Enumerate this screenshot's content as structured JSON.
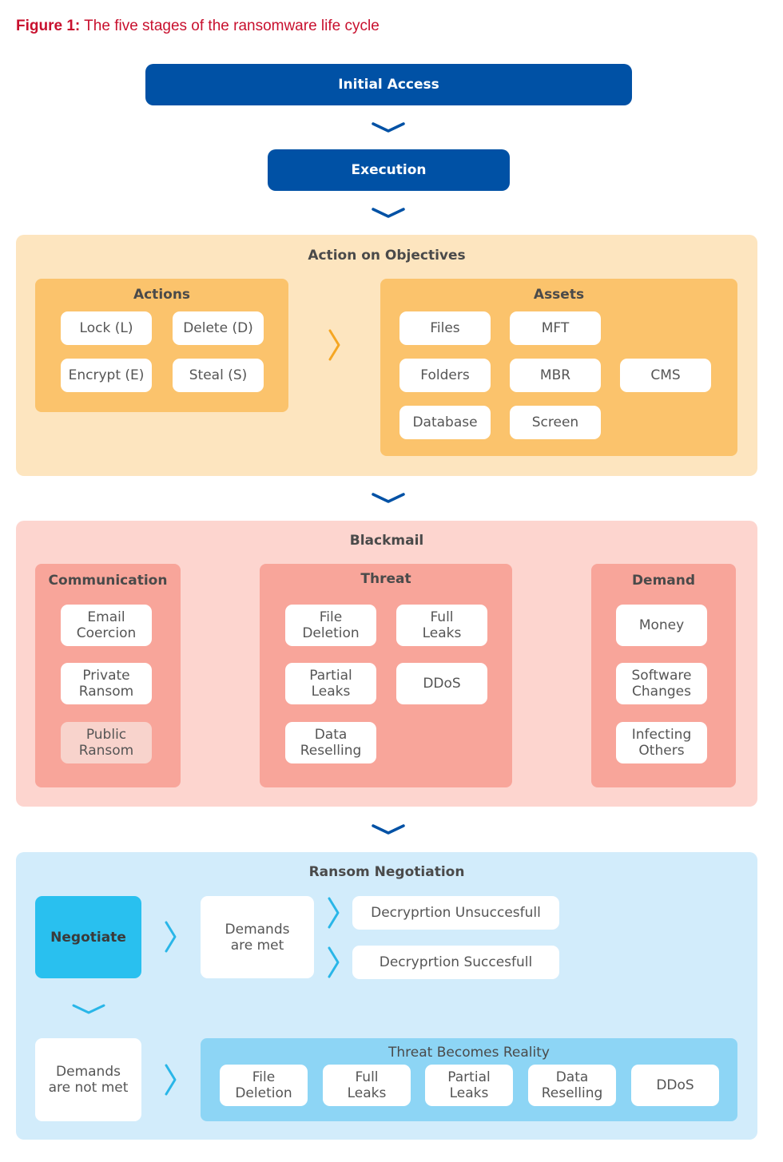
{
  "caption": {
    "label": "Figure 1:",
    "text": "The five stages of the ransomware life cycle"
  },
  "stages": {
    "initial_access": "Initial Access",
    "execution": "Execution"
  },
  "action_on_objectives": {
    "title": "Action on Objectives",
    "actions": {
      "title": "Actions",
      "items": [
        "Lock (L)",
        "Delete (D)",
        "Encrypt (E)",
        "Steal (S)"
      ]
    },
    "assets": {
      "title": "Assets",
      "items": [
        "Files",
        "MFT",
        "Folders",
        "MBR",
        "CMS",
        "Database",
        "Screen"
      ]
    }
  },
  "blackmail": {
    "title": "Blackmail",
    "communication": {
      "title": "Communication",
      "items": [
        "Email\nCoercion",
        "Private\nRansom",
        "Public\nRansom"
      ]
    },
    "threat": {
      "title": "Threat",
      "items": [
        "File\nDeletion",
        "Full\nLeaks",
        "Partial\nLeaks",
        "DDoS",
        "Data\nReselling"
      ]
    },
    "demand": {
      "title": "Demand",
      "items": [
        "Money",
        "Software\nChanges",
        "Infecting\nOthers"
      ]
    }
  },
  "ransom_negotiation": {
    "title": "Ransom Negotiation",
    "negotiate": "Negotiate",
    "demands_met": "Demands\nare met",
    "outcomes": [
      "Decryprtion Unsuccesfull",
      "Decryprtion Succesfull"
    ],
    "demands_not_met": "Demands\nare not met",
    "threat_reality": {
      "title": "Threat Becomes Reality",
      "items": [
        "File\nDeletion",
        "Full\nLeaks",
        "Partial\nLeaks",
        "Data\nReselling",
        "DDoS"
      ]
    }
  },
  "colors": {
    "brand_blue": "#0051a5",
    "caption_red": "#c8102e",
    "objectives_bg": "#fde5bf",
    "objectives_sub": "#fbc36c",
    "blackmail_bg": "#fdd5cf",
    "blackmail_sub": "#f8a59a",
    "negotiation_bg": "#d2ecfb",
    "negotiation_sub": "#8dd5f5",
    "negotiate_box": "#29c0ef",
    "chevron_orange": "#f5a623",
    "chevron_cyan": "#29b6e8"
  },
  "icons": {
    "down_chevron": "chevron-down-icon",
    "right_chevron": "chevron-right-icon"
  }
}
